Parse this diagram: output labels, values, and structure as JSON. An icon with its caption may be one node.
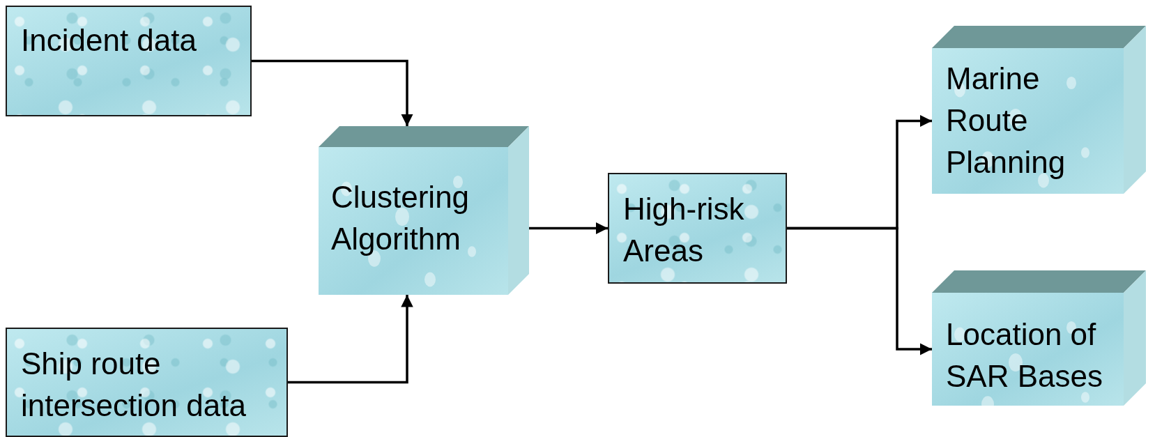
{
  "diagram": {
    "nodes": [
      {
        "text": [
          "Incident data"
        ]
      },
      {
        "text": [
          "Clustering Algorithm"
        ]
      },
      {
        "text": [
          "Ship route intersection data"
        ]
      },
      {
        "text": [
          "High-risk Areas"
        ]
      },
      {
        "text": [
          "Marine Route Planning"
        ]
      },
      {
        "text": [
          "Location of SAR Bases"
        ]
      }
    ],
    "edges": [
      {
        "from": 0,
        "to": 1,
        "arrow": "to"
      },
      {
        "from": 2,
        "to": 1,
        "arrow": "to"
      },
      {
        "from": 1,
        "to": 3,
        "arrow": "to"
      },
      {
        "from": 3,
        "to": 4,
        "arrow": "to"
      },
      {
        "from": 3,
        "to": 5,
        "arrow": "to"
      }
    ]
  }
}
